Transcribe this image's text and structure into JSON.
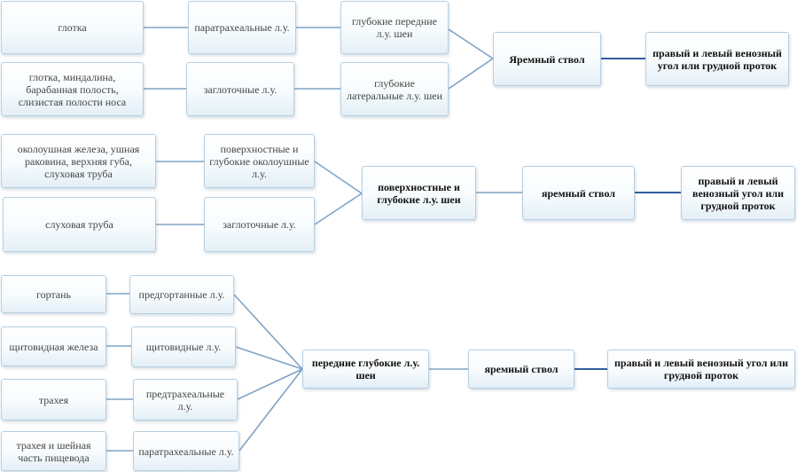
{
  "row1": {
    "organ1": "глотка",
    "node1": "паратрахеальные л.у.",
    "deep1": "глубокие передние л.у. шеи",
    "organ2": "глотка, миндалина, барабанная полость, слизистая полости носа",
    "node2": "заглоточные л.у.",
    "deep2": "глубокие латеральные л.у. шеи",
    "trunk": "Яремный ствол",
    "target": "правый и левый венозный угол или грудной проток"
  },
  "row2": {
    "organ1": "околоушная железа, ушная раковина, верхняя губа, слуховая труба",
    "node1": "поверхностные и глубокие околоушные л.у.",
    "organ2": "слуховая труба",
    "node2": "заглоточные л.у.",
    "collector": "поверхностные и глубокие л.у. шеи",
    "trunk": "яремный ствол",
    "target": "правый и левый венозный угол или грудной проток"
  },
  "row3": {
    "organ1": "гортань",
    "node1": "предгортанные л.у.",
    "organ2": "щитовидная железа",
    "node2": "щитовидные л.у.",
    "organ3": "трахея",
    "node3": "предтрахеальные л.у.",
    "organ4": "трахея и шейная часть пищевода",
    "node4": "паратрахеальные л.у.",
    "collector": "передние глубокие л.у. шеи",
    "trunk": "яремный ствол",
    "target": "правый и левый венозный угол или грудной проток"
  }
}
